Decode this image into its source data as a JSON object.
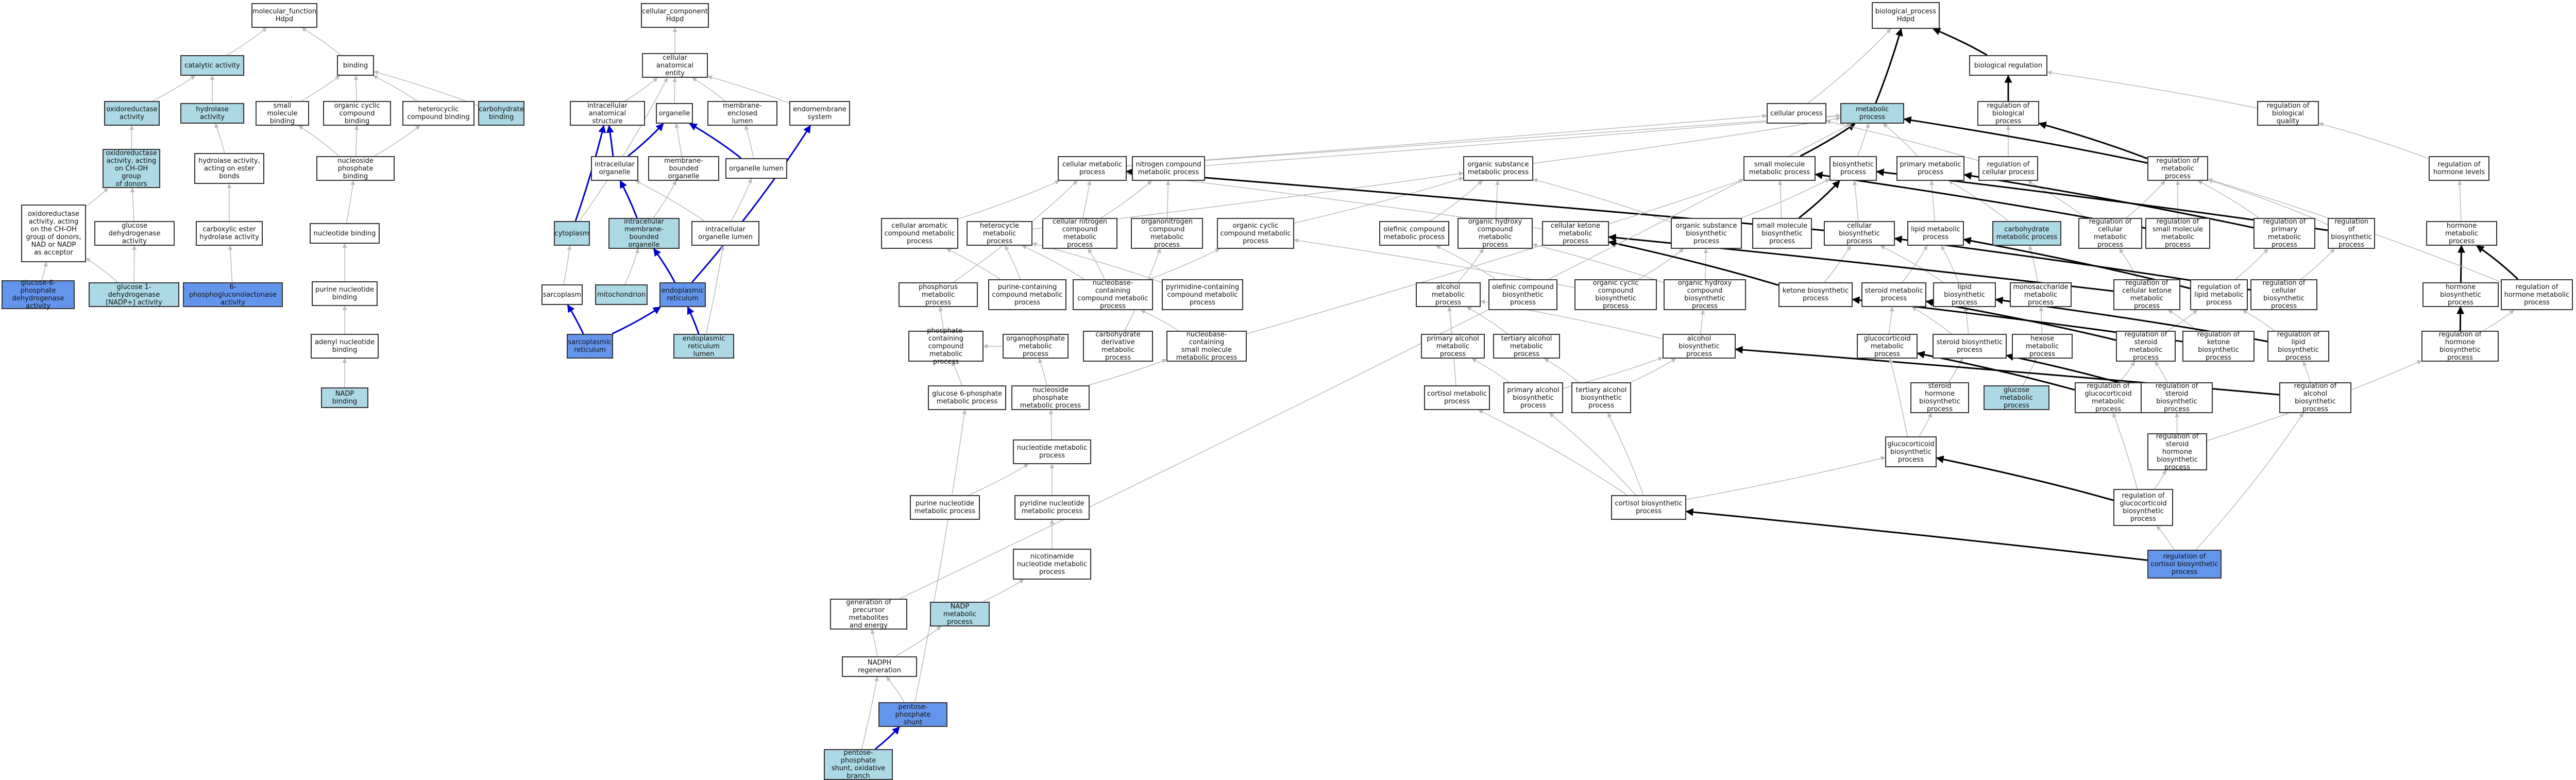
{
  "colors": {
    "light": "#add8e6",
    "dark": "#6495ed",
    "gray_edge": "#bbbbbb",
    "black_edge": "#000000",
    "blue_edge": "#0000cc"
  },
  "nodes": {
    "mf": "molecular_function\nHdpd",
    "binding": "binding",
    "catalytic": "catalytic activity",
    "oxidoreductase": "oxidoreductase\nactivity",
    "hydrolase": "hydrolase activity",
    "small_mol_binding": "small molecule\nbinding",
    "org_cyclic_binding": "organic cyclic\ncompound binding",
    "hetero_binding": "heterocyclic\ncompound binding",
    "carb_binding": "carbohydrate\nbinding",
    "oxido_choh": "oxidoreductase\nactivity, acting\non CH-OH group\nof donors",
    "hydro_ester": "hydrolase activity,\nacting on ester\nbonds",
    "nucleoside_phos_binding": "nucleoside phosphate\nbinding",
    "oxido_nad": "oxidoreductase\nactivity, acting\non the CH-OH\ngroup of donors,\nNAD or NADP\nas acceptor",
    "gluc_dehydro": "glucose dehydrogenase\nactivity",
    "carbox_ester": "carboxylic ester\nhydrolase activity",
    "nucleotide_binding": "nucleotide binding",
    "purine_nucleotide_binding": "purine nucleotide\nbinding",
    "adenyl_binding": "adenyl nucleotide\nbinding",
    "nadp_binding": "NADP binding",
    "g6pd": "glucose-6-phosphate\ndehydrogenase\nactivity",
    "g1d": "glucose 1-dehydrogenase\n[NADP+] activity",
    "pgl": "6-phosphogluconolactonase\nactivity",
    "cc": "cellular_component\nHdpd",
    "cae": "cellular anatomical\nentity",
    "intra_struct": "intracellular\nanatomical structure",
    "organelle": "organelle",
    "membrane_lumen": "membrane-enclosed\nlumen",
    "endomembrane": "endomembrane\nsystem",
    "intra_organelle": "intracellular\norganelle",
    "mb_organelle": "membrane-bounded\norganelle",
    "organelle_lumen": "organelle lumen",
    "cytoplasm": "cytoplasm",
    "intra_mb_organelle": "intracellular\nmembrane-bounded\norganelle",
    "intra_organelle_lumen": "intracellular\norganelle lumen",
    "sarcoplasm": "sarcoplasm",
    "mitochondrion": "mitochondrion",
    "er": "endoplasmic\nreticulum",
    "sr": "sarcoplasmic\nreticulum",
    "er_lumen": "endoplasmic\nreticulum lumen",
    "bp": "biological_process\nHdpd",
    "bio_reg": "biological regulation",
    "cellular_process": "cellular process",
    "metabolic_process": "metabolic process",
    "reg_bio_proc": "regulation of\nbiological process",
    "reg_bio_quality": "regulation of\nbiological quality",
    "cell_met": "cellular metabolic\nprocess",
    "nitrogen_met": "nitrogen compound\nmetabolic process",
    "org_sub_met": "organic substance\nmetabolic process",
    "small_mol_met": "small molecule\nmetabolic process",
    "biosynthetic": "biosynthetic\nprocess",
    "primary_met": "primary metabolic\nprocess",
    "reg_cell_proc": "regulation of\ncellular process",
    "reg_met_proc": "regulation of\nmetabolic process",
    "reg_hormone_levels": "regulation of\nhormone levels",
    "cell_arom": "cellular aromatic\ncompound metabolic\nprocess",
    "heterocycle_met": "heterocycle\nmetabolic process",
    "cell_nitrogen": "cellular nitrogen\ncompound metabolic\nprocess",
    "organonitrogen": "organonitrogen\ncompound metabolic\nprocess",
    "org_cyclic_met": "organic cyclic\ncompound metabolic\nprocess",
    "olefinic_met": "olefinic compound\nmetabolic process",
    "org_hydroxy_met": "organic hydroxy\ncompound metabolic\nprocess",
    "cell_ketone": "cellular ketone\nmetabolic process",
    "org_sub_bio": "organic substance\nbiosynthetic\nprocess",
    "small_mol_bio": "small molecule\nbiosynthetic\nprocess",
    "cell_bio": "cellular biosynthetic\nprocess",
    "lipid_met": "lipid metabolic\nprocess",
    "carb_met": "carbohydrate\nmetabolic process",
    "reg_cell_met": "regulation of\ncellular metabolic\nprocess",
    "reg_small_mol_met": "regulation of\nsmall molecule\nmetabolic process",
    "reg_primary_met": "regulation of\nprimary metabolic\nprocess",
    "reg_biosynthetic": "regulation of\nbiosynthetic\nprocess",
    "hormone_met": "hormone metabolic\nprocess",
    "phosphorus_met": "phosphorus metabolic\nprocess",
    "purine_cont": "purine-containing\ncompound metabolic\nprocess",
    "nucleobase_cont": "nucleobase-containing\ncompound metabolic\nprocess",
    "pyrimidine_cont": "pyrimidine-containing\ncompound metabolic\nprocess",
    "alcohol_met": "alcohol metabolic\nprocess",
    "olefinic_bio": "olefinic compound\nbiosynthetic\nprocess",
    "org_cyclic_bio": "organic cyclic\ncompound biosynthetic\nprocess",
    "org_hydroxy_bio": "organic hydroxy\ncompound biosynthetic\nprocess",
    "ketone_bio": "ketone biosynthetic\nprocess",
    "steroid_met": "steroid metabolic\nprocess",
    "lipid_bio": "lipid biosynthetic\nprocess",
    "monosacch_met": "monosaccharide\nmetabolic process",
    "reg_cell_ketone": "regulation of\ncellular ketone\nmetabolic process",
    "reg_lipid_met": "regulation of\nlipid metabolic\nprocess",
    "reg_cell_bio": "regulation of\ncellular biosynthetic\nprocess",
    "hormone_bio": "hormone biosynthetic\nprocess",
    "reg_hormone_met": "regulation of\nhormone metabolic\nprocess",
    "phosphate_cont": "phosphate-containing\ncompound metabolic\nprocess",
    "organophosphate": "organophosphate\nmetabolic process",
    "carb_deriv": "carbohydrate\nderivative metabolic\nprocess",
    "nucleobase_small": "nucleobase-containing\nsmall molecule\nmetabolic process",
    "primary_alcohol_met": "primary alcohol\nmetabolic process",
    "tertiary_alcohol_met": "tertiary alcohol\nmetabolic process",
    "alcohol_bio": "alcohol biosynthetic\nprocess",
    "glucocorticoid_met": "glucocorticoid\nmetabolic process",
    "steroid_bio": "steroid biosynthetic\nprocess",
    "hexose_met": "hexose metabolic\nprocess",
    "reg_steroid_met": "regulation of\nsteroid metabolic\nprocess",
    "reg_ketone_bio": "regulation of\nketone biosynthetic\nprocess",
    "reg_lipid_bio": "regulation of\nlipid biosynthetic\nprocess",
    "reg_hormone_bio": "regulation of\nhormone biosynthetic\nprocess",
    "g6p_met": "glucose 6-phosphate\nmetabolic process",
    "nucleoside_phos_met": "nucleoside phosphate\nmetabolic process",
    "cortisol_met": "cortisol metabolic\nprocess",
    "primary_alcohol_bio": "primary alcohol\nbiosynthetic\nprocess",
    "tertiary_alcohol_bio": "tertiary alcohol\nbiosynthetic\nprocess",
    "steroid_hormone_bio": "steroid hormone\nbiosynthetic\nprocess",
    "glucose_met": "glucose metabolic\nprocess",
    "reg_glucocorticoid_met": "regulation of\nglucocorticoid\nmetabolic process",
    "reg_steroid_bio": "regulation of\nsteroid biosynthetic\nprocess",
    "reg_alcohol_bio": "regulation of\nalcohol biosynthetic\nprocess",
    "nucleotide_met": "nucleotide metabolic\nprocess",
    "glucocorticoid_bio": "glucocorticoid\nbiosynthetic\nprocess",
    "reg_steroid_hormone_bio": "regulation of\nsteroid hormone\nbiosynthetic\nprocess",
    "purine_nucleotide_met": "purine nucleotide\nmetabolic process",
    "pyridine_nucleotide_met": "pyridine nucleotide\nmetabolic process",
    "cortisol_bio": "cortisol biosynthetic\nprocess",
    "reg_glucocorticoid_bio": "regulation of\nglucocorticoid\nbiosynthetic\nprocess",
    "nicotinamide": "nicotinamide\nnucleotide metabolic\nprocess",
    "reg_cortisol_bio": "regulation of\ncortisol biosynthetic\nprocess",
    "precursor": "generation of\nprecursor metabolites\nand energy",
    "nadp_met": "NADP metabolic\nprocess",
    "nadph_regen": "NADPH regeneration",
    "ppp": "pentose-phosphate\nshunt",
    "ppp_ox": "pentose-phosphate\nshunt, oxidative\nbranch"
  }
}
